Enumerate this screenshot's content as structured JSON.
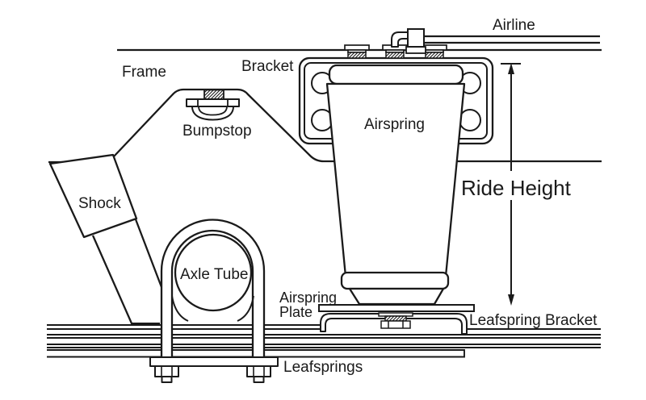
{
  "colors": {
    "ink": "#1a1a1a",
    "background": "#ffffff"
  },
  "labels": {
    "airline": "Airline",
    "frame": "Frame",
    "bracket": "Bracket",
    "bumpstop": "Bumpstop",
    "airspring": "Airspring",
    "shock": "Shock",
    "axle_tube": "Axle Tube",
    "airspring_plate_line1": "Airspring",
    "airspring_plate_line2": "Plate",
    "ride_height": "Ride Height",
    "leafspring_bracket": "Leafspring Bracket",
    "leafsprings": "Leafsprings"
  }
}
